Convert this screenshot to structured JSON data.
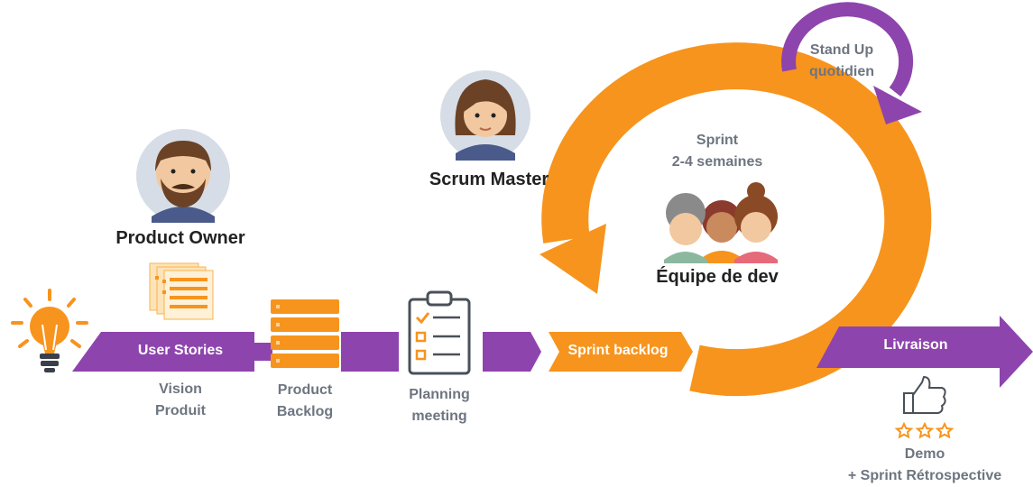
{
  "roles": {
    "product_owner": "Product Owner",
    "scrum_master": "Scrum Master",
    "dev_team": "Équipe de dev"
  },
  "steps": {
    "user_stories": "User Stories",
    "vision_line1": "Vision",
    "vision_line2": "Produit",
    "backlog_line1": "Product",
    "backlog_line2": "Backlog",
    "planning_line1": "Planning",
    "planning_line2": "meeting",
    "sprint_backlog": "Sprint backlog",
    "livraison": "Livraison",
    "demo_line1": "Demo",
    "demo_line2": "+ Sprint Rétrospective"
  },
  "sprint": {
    "line1": "Sprint",
    "line2": "2-4 semaines"
  },
  "standup": {
    "line1": "Stand Up",
    "line2": "quotidien"
  },
  "colors": {
    "purple": "#8e44ad",
    "orange": "#f7941d",
    "gray_text": "#6d7580",
    "dark_text": "#222222"
  },
  "icons": {
    "idea": "lightbulb-icon",
    "stories": "documents-icon",
    "backlog": "stack-icon",
    "planning": "clipboard-icon",
    "demo": "thumbs-up-icon",
    "rating": "star-icon"
  }
}
